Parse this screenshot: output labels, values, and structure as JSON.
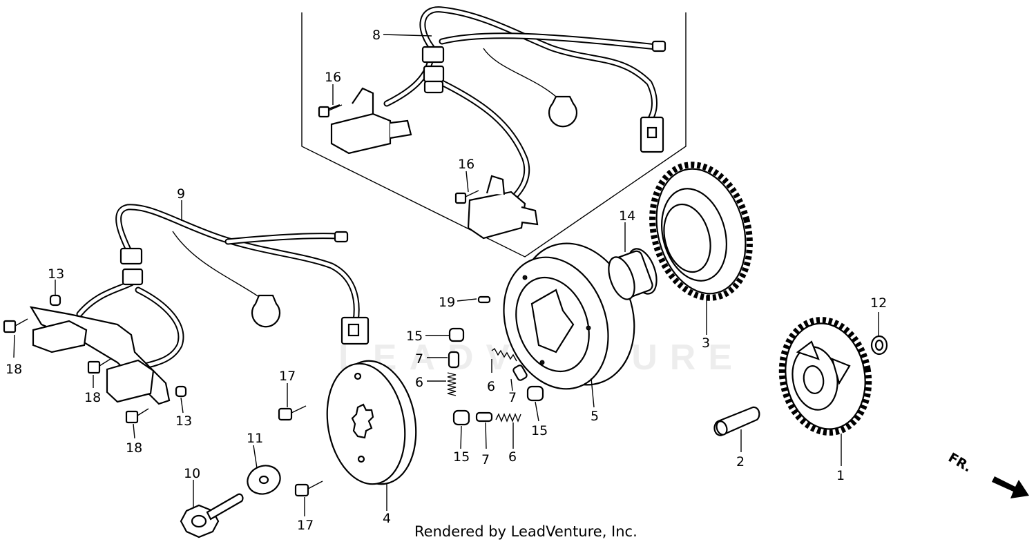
{
  "diagram": {
    "caption": "Rendered by LeadVenture, Inc.",
    "watermark": "LEADVENTURE",
    "direction_label": "FR.",
    "callouts": {
      "c1": "1",
      "c2": "2",
      "c3": "3",
      "c4": "4",
      "c5": "5",
      "c6a": "6",
      "c6b": "6",
      "c6c": "6",
      "c7a": "7",
      "c7b": "7",
      "c7c": "7",
      "c8": "8",
      "c9": "9",
      "c10": "10",
      "c11": "11",
      "c12": "12",
      "c13a": "13",
      "c13b": "13",
      "c14": "14",
      "c15a": "15",
      "c15b": "15",
      "c15c": "15",
      "c16a": "16",
      "c16b": "16",
      "c17a": "17",
      "c17b": "17",
      "c18a": "18",
      "c18b": "18",
      "c18c": "18",
      "c19": "19"
    }
  }
}
